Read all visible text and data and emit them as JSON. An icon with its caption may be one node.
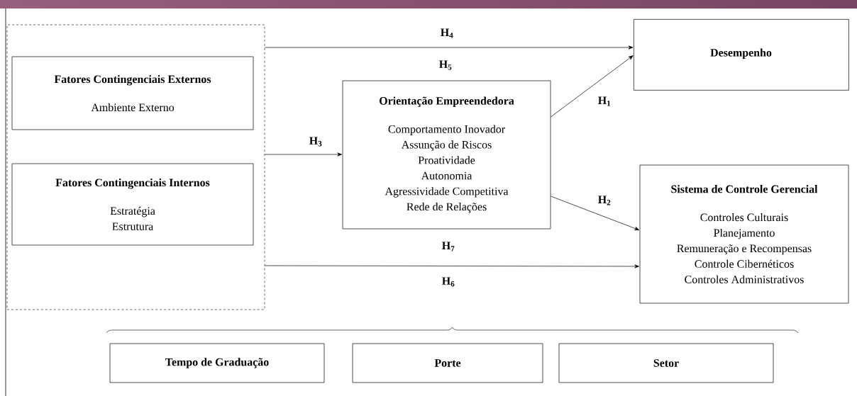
{
  "diagram": {
    "nodes": [
      {
        "text": [],
        "shape": "box"
      },
      {
        "text": [
          "Fatores Contingenciais Externos",
          "Ambiente Externo"
        ],
        "in": 0
      },
      {
        "text": [
          "Fatores Contingenciais Internos",
          "Estratégia",
          "Estrutura"
        ],
        "in": 0
      },
      {
        "text": [
          "Orientação Empreendedora",
          "Comportamento Inovador",
          "Assunção de Riscos",
          "Proatividade",
          "Autonomia",
          "Agressividade Competitiva",
          "Rede de Relações"
        ]
      },
      {
        "text": [
          "Desempenho"
        ]
      },
      {
        "text": [
          "Sistema de Controle Gerencial",
          "Controles Culturais",
          "Planejamento",
          "Remuneração e Recompensas",
          "Controle Cibernéticos",
          "Controles Administrativos"
        ]
      },
      {
        "text": [
          "Tempo de Graduação"
        ]
      },
      {
        "text": [
          "Porte"
        ]
      },
      {
        "text": [
          "Setor"
        ]
      }
    ],
    "edges": [
      {
        "from": 0,
        "to": 4,
        "arrow": "to",
        "label": "H$_{4}$"
      },
      {
        "from": 0,
        "to": 3,
        "arrow": "to",
        "label": "H$_{3}$"
      },
      {
        "from": 3,
        "to": 4,
        "arrow": "to",
        "label": "H$_{1}$"
      },
      {
        "from": 3,
        "to": 5,
        "arrow": "to",
        "label": "H$_{2}$"
      },
      {
        "from": 0,
        "to": 5,
        "arrow": "to",
        "label": "H$_{7}$"
      }
    ],
    "labels": [
      "H$_{5}$",
      "H$_{6}$"
    ]
  }
}
